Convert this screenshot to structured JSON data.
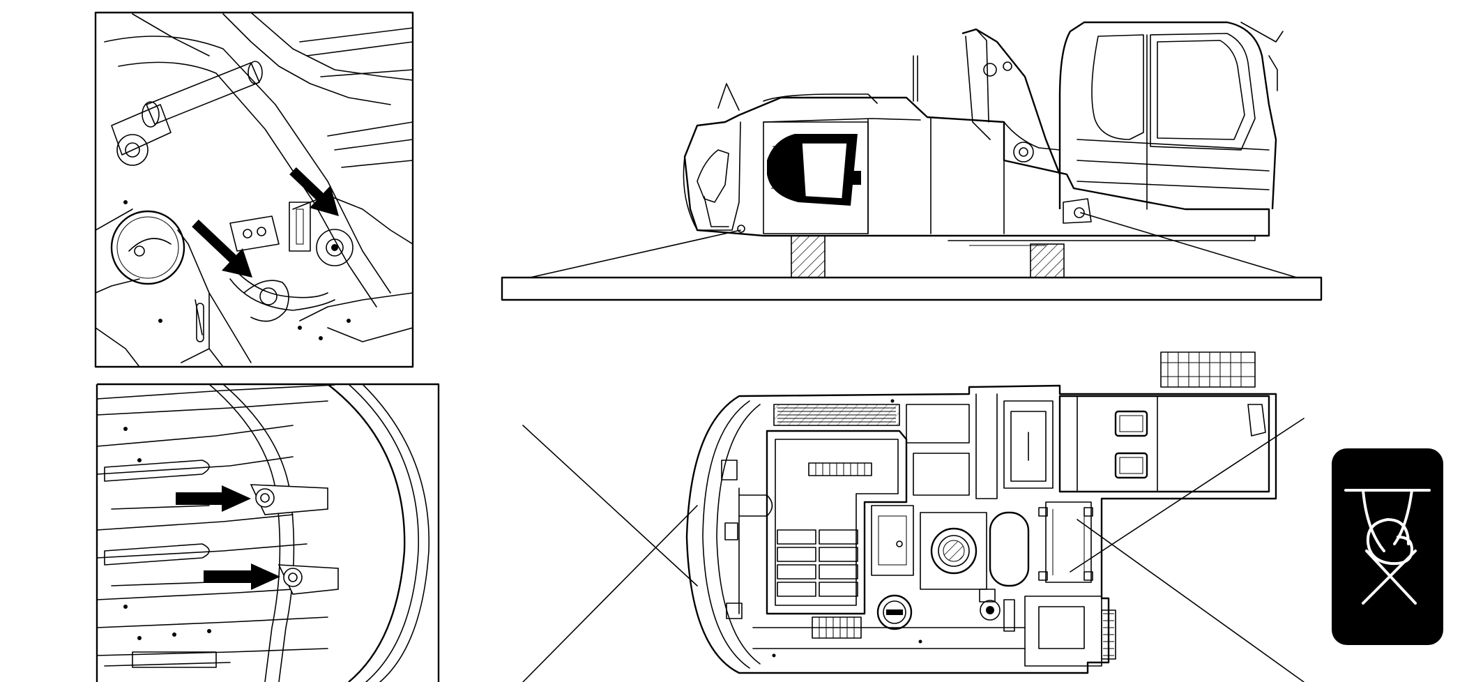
{
  "figure": {
    "views": [
      {
        "name": "detail-lifting-point-front",
        "kind": "detail"
      },
      {
        "name": "detail-lifting-point-rear",
        "kind": "detail"
      },
      {
        "name": "side-elevation-lifting",
        "kind": "side"
      },
      {
        "name": "top-plan-lifting",
        "kind": "top"
      }
    ],
    "symbol": {
      "icon": "lifting-sling-icon",
      "background": "#000000",
      "foreground": "#ffffff"
    },
    "colors": {
      "line": "#000000",
      "background": "#ffffff"
    }
  }
}
